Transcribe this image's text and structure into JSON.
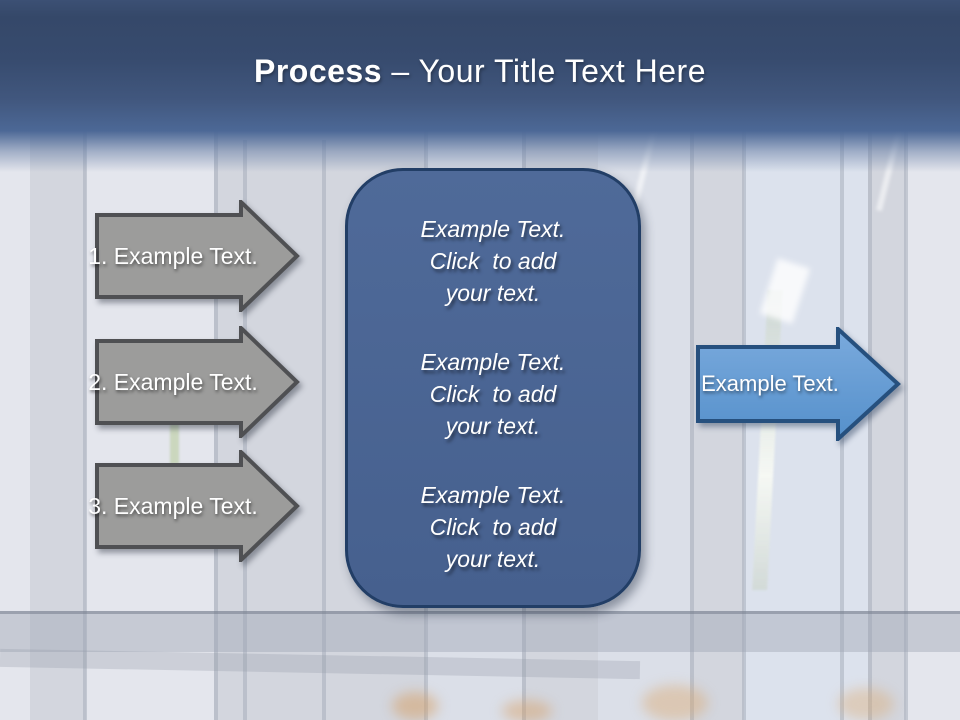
{
  "header": {
    "title_bold": "Process ",
    "title_rest": "– Your Title Text Here"
  },
  "process_steps": [
    {
      "label": "1. Example Text."
    },
    {
      "label": "2. Example Text."
    },
    {
      "label": "3. Example Text."
    }
  ],
  "center_panel": {
    "blocks": [
      {
        "lines": [
          "Example Text.",
          "Click  to add",
          "your text."
        ]
      },
      {
        "lines": [
          "Example Text.",
          "Click  to add",
          "your text."
        ]
      },
      {
        "lines": [
          "Example Text.",
          "Click  to add",
          "your text."
        ]
      }
    ]
  },
  "result_arrow": {
    "label": "Example Text."
  },
  "colors": {
    "header_navy": "#35486b",
    "panel_blue": "#4a6590",
    "panel_border": "#223e66",
    "step_arrow_gray": "#9c9c9b",
    "step_arrow_border": "#4f5053",
    "result_arrow_blue": "#5e9ad4",
    "result_arrow_border": "#26507e",
    "text": "#ffffff"
  }
}
